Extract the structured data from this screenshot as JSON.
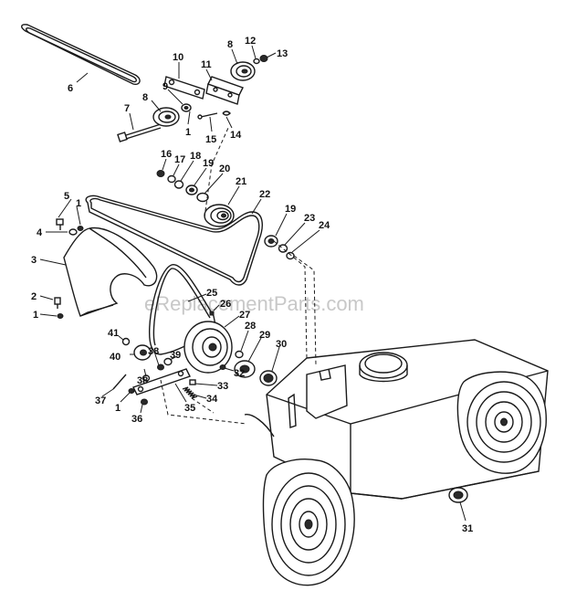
{
  "watermark": "eReplacementParts.com",
  "colors": {
    "ink": "#1a1a1a",
    "watermark": "#c8c8c8",
    "background": "#ffffff"
  },
  "callouts": [
    "1",
    "1",
    "1",
    "1",
    "2",
    "3",
    "4",
    "5",
    "6",
    "7",
    "8",
    "8",
    "9",
    "10",
    "11",
    "12",
    "13",
    "14",
    "15",
    "16",
    "17",
    "18",
    "19",
    "19",
    "20",
    "21",
    "22",
    "23",
    "24",
    "25",
    "26",
    "27",
    "28",
    "29",
    "30",
    "31",
    "32",
    "33",
    "34",
    "35",
    "36",
    "37",
    "38",
    "38",
    "39",
    "40",
    "41"
  ]
}
